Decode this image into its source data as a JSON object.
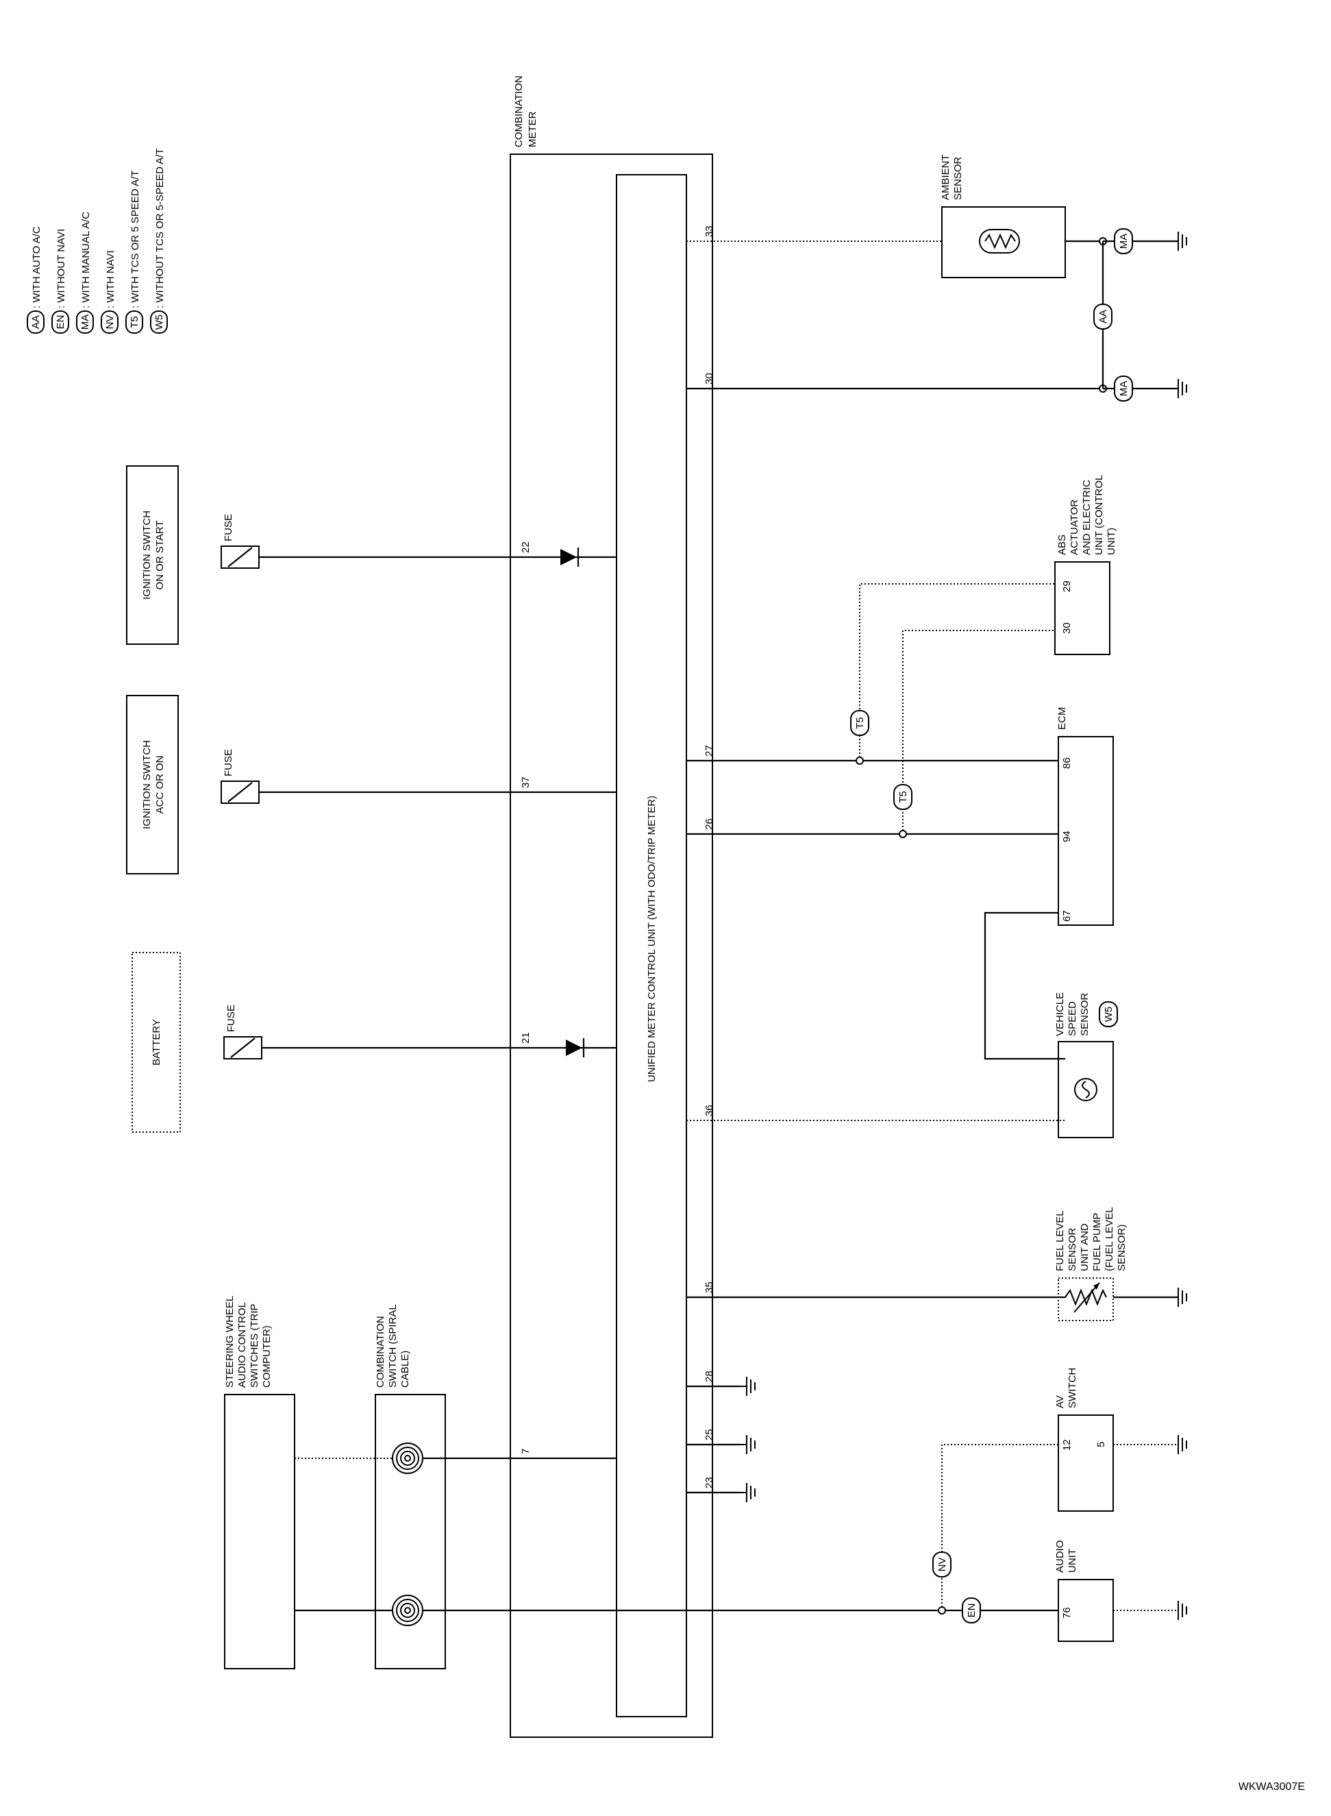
{
  "legend": [
    {
      "code": "AA",
      "text": ": WITH AUTO A/C"
    },
    {
      "code": "EN",
      "text": ": WITHOUT NAVI"
    },
    {
      "code": "MA",
      "text": ": WITH MANUAL A/C"
    },
    {
      "code": "NV",
      "text": ": WITH NAVI"
    },
    {
      "code": "T5",
      "text": ": WITH TCS OR 5 SPEED A/T"
    },
    {
      "code": "W5",
      "text": ": WITHOUT TCS OR 5-SPEED A/T"
    }
  ],
  "combination_meter": {
    "line1": "COMBINATION",
    "line2": "METER"
  },
  "unified_unit": "UNIFIED METER CONTROL UNIT (WITH ODO/TRIP METER)",
  "power_sources": {
    "ign_start": {
      "line1": "IGNITION SWITCH",
      "line2": "ON OR START",
      "fuse": "FUSE",
      "pin": "22"
    },
    "ign_acc": {
      "line1": "IGNITION SWITCH",
      "line2": "ACC OR ON",
      "fuse": "FUSE",
      "pin": "37"
    },
    "battery": {
      "line1": "BATTERY",
      "fuse": "FUSE",
      "pin": "21"
    }
  },
  "left_components": {
    "steering": {
      "line1": "STEERING WHEEL",
      "line2": "AUDIO CONTROL",
      "line3": "SWITCHES (TRIP",
      "line4": "COMPUTER)"
    },
    "spiral": {
      "line1": "COMBINATION",
      "line2": "SWITCH (SPIRAL",
      "line3": "CABLE)"
    },
    "pin7": "7"
  },
  "right_pins": {
    "p33": "33",
    "p30": "30",
    "p27": "27",
    "p26": "26",
    "p36": "36",
    "p35": "35",
    "p28": "28",
    "p25": "25",
    "p23": "23"
  },
  "ambient": {
    "line1": "AMBIENT",
    "line2": "SENSOR",
    "code_ma": "MA",
    "code_aa": "AA"
  },
  "abs": {
    "line1": "ABS",
    "line2": "ACTUATOR",
    "line3": "AND ELECTRIC",
    "line4": "UNIT (CONTROL",
    "line5": "UNIT)",
    "pin29": "29",
    "pin30": "30"
  },
  "ecm": {
    "title": "ECM",
    "pin86": "86",
    "pin94": "94",
    "pin67": "67"
  },
  "vss": {
    "line1": "VEHICLE",
    "line2": "SPEED",
    "line3": "SENSOR",
    "code": "W5"
  },
  "fuel": {
    "line1": "FUEL LEVEL",
    "line2": "SENSOR",
    "line3": "UNIT AND",
    "line4": "FUEL PUMP",
    "line5": "(FUEL LEVEL",
    "line6": "SENSOR)"
  },
  "av_switch": {
    "line1": "AV",
    "line2": "SWITCH",
    "pin12": "12",
    "pin5": "5"
  },
  "audio": {
    "line1": "AUDIO",
    "line2": "UNIT",
    "pin76": "76"
  },
  "codes": {
    "t5": "T5",
    "nv": "NV",
    "en": "EN"
  },
  "diagram_id": "WKWA3007E"
}
